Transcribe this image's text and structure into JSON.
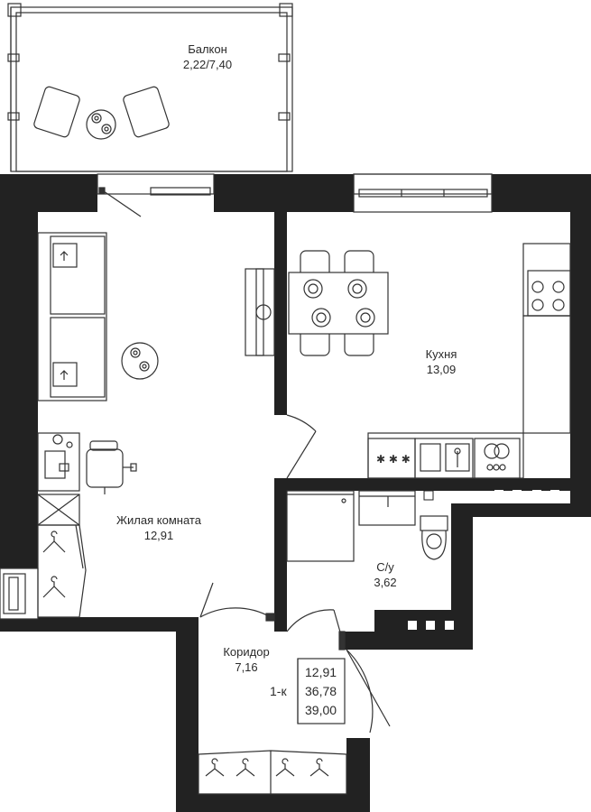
{
  "rooms": {
    "balcony": {
      "name": "Балкон",
      "area": "2,22/7,40"
    },
    "kitchen": {
      "name": "Кухня",
      "area": "13,09"
    },
    "living": {
      "name": "Жилая комната",
      "area": "12,91"
    },
    "bathroom": {
      "name": "С/у",
      "area": "3,62"
    },
    "corridor": {
      "name": "Коридор",
      "area": "7,16"
    }
  },
  "summary": {
    "type": "1-к",
    "living_area": "12,91",
    "total_area": "36,78",
    "total_with_balcony": "39,00"
  },
  "colors": {
    "wall": "#222222",
    "line": "#333333",
    "background": "#ffffff"
  }
}
